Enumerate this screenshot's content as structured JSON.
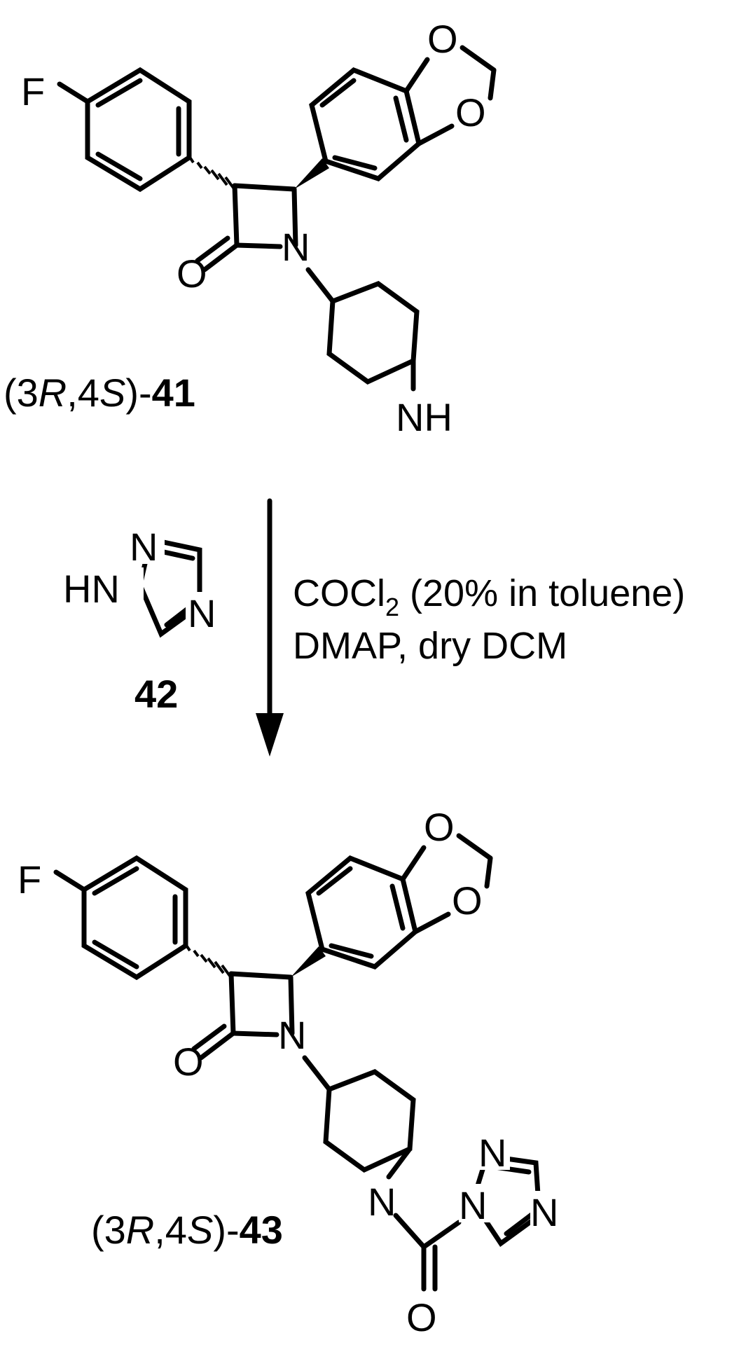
{
  "atoms": {
    "fluorine": "F",
    "oxygen": "O",
    "nitrogen": "N",
    "amine": "NH",
    "triazole_nh": "HN"
  },
  "compounds": {
    "c41": {
      "prefix": "(3",
      "r": "R",
      "mid": ",4",
      "s": "S",
      "dash": ")-",
      "number": "41"
    },
    "c42": {
      "number": "42"
    },
    "c43": {
      "prefix": "(3",
      "r": "R",
      "mid": ",4",
      "s": "S",
      "dash": ")-",
      "number": "43"
    }
  },
  "conditions": {
    "line1_start": "COCl",
    "line1_sub": "2",
    "line1_end": " (20% in toluene)",
    "line2": "DMAP, dry DCM"
  },
  "colors": {
    "ink": "#000000",
    "background": "#ffffff"
  }
}
